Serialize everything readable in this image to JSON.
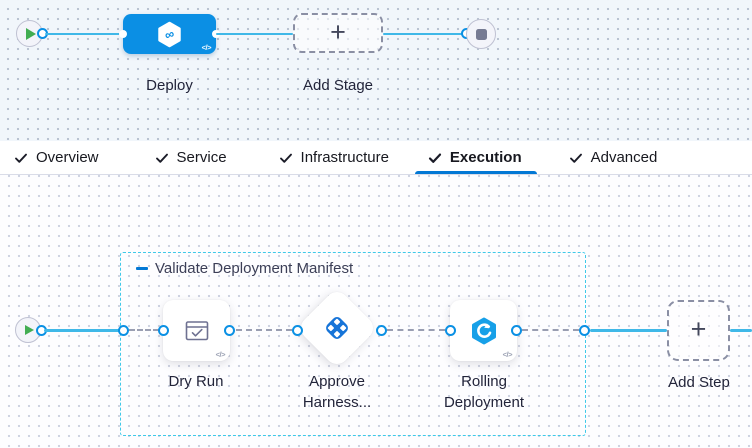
{
  "top_graph": {
    "deploy": {
      "label": "Deploy"
    },
    "add_stage": {
      "label": "Add Stage"
    }
  },
  "tabs": [
    {
      "label": "Overview",
      "checked": true,
      "active": false
    },
    {
      "label": "Service",
      "checked": true,
      "active": false
    },
    {
      "label": "Infrastructure",
      "checked": true,
      "active": false
    },
    {
      "label": "Execution",
      "checked": true,
      "active": true
    },
    {
      "label": "Advanced",
      "checked": true,
      "active": false
    }
  ],
  "execution_graph": {
    "group": {
      "label": "Validate Deployment Manifest"
    },
    "steps": [
      {
        "label": "Dry Run",
        "shape": "square",
        "icon": "checked-window-icon"
      },
      {
        "label_lines": [
          "Approve",
          "Harness..."
        ],
        "shape": "diamond",
        "icon": "harness-approval-icon"
      },
      {
        "label_lines": [
          "Rolling",
          "Deployment"
        ],
        "shape": "square",
        "icon": "rolling-deployment-icon"
      }
    ],
    "add_step": {
      "label": "Add Step"
    }
  },
  "glyphs": {
    "plus": "+",
    "code": "</>"
  },
  "colors": {
    "stage_blue": "#0b8fe4",
    "connector_blue": "#3fb8e8",
    "group_border_cyan": "#3ec9e9",
    "active_tab_underline": "#0278d5",
    "approval_icon_blue": "#1674d8",
    "rolling_icon_blue": "#17a0e8",
    "stop_square_gray": "#767b93",
    "play_green": "#42ad52"
  }
}
